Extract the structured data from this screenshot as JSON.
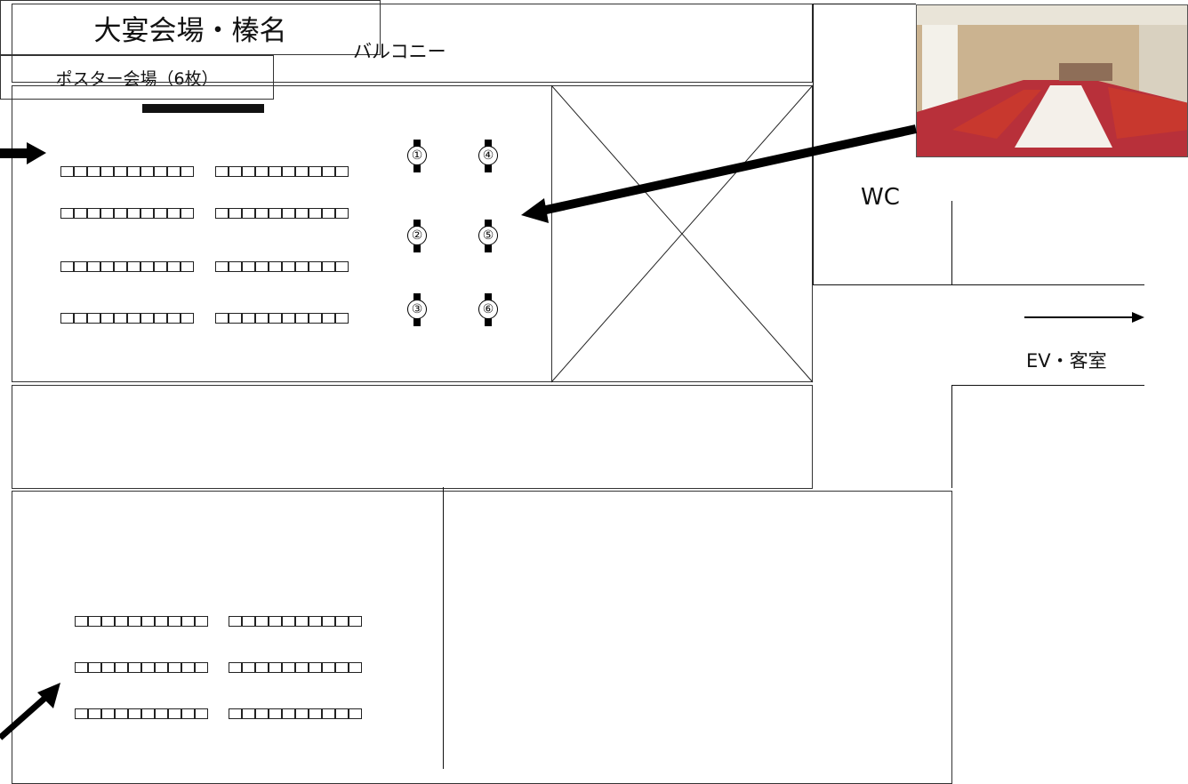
{
  "labels": {
    "balcony": "バルコニー",
    "wc": "WC",
    "ev_rooms": "EV・客室",
    "poster_caption": "ポスター会場（6枚）",
    "banquet_hall": "大宴会場・榛名"
  },
  "poster_boards": [
    "①",
    "②",
    "③",
    "④",
    "⑤",
    "⑥"
  ],
  "photo": {
    "subject": "poster-venue-photo",
    "colors": {
      "carpet": "#b8303a",
      "wall": "#c9b08a",
      "tablecloth": "#f4f0ea",
      "chair": "#c8382e"
    }
  }
}
